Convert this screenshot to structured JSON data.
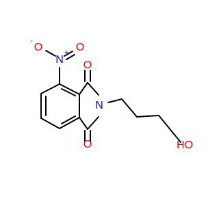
{
  "diagram": {
    "atoms": {
      "nitro_n": "N",
      "nitro_n_charge": "+",
      "nitro_o_left": "O",
      "nitro_o_left_charge": "-",
      "nitro_o_right": "O",
      "carbonyl_o_top": "O",
      "carbonyl_o_bottom": "O",
      "imide_n": "N",
      "hydroxyl": "HO"
    },
    "colors": {
      "bond": "#000000",
      "oxygen": "#ff0000",
      "nitrogen": "#0000ff"
    }
  }
}
